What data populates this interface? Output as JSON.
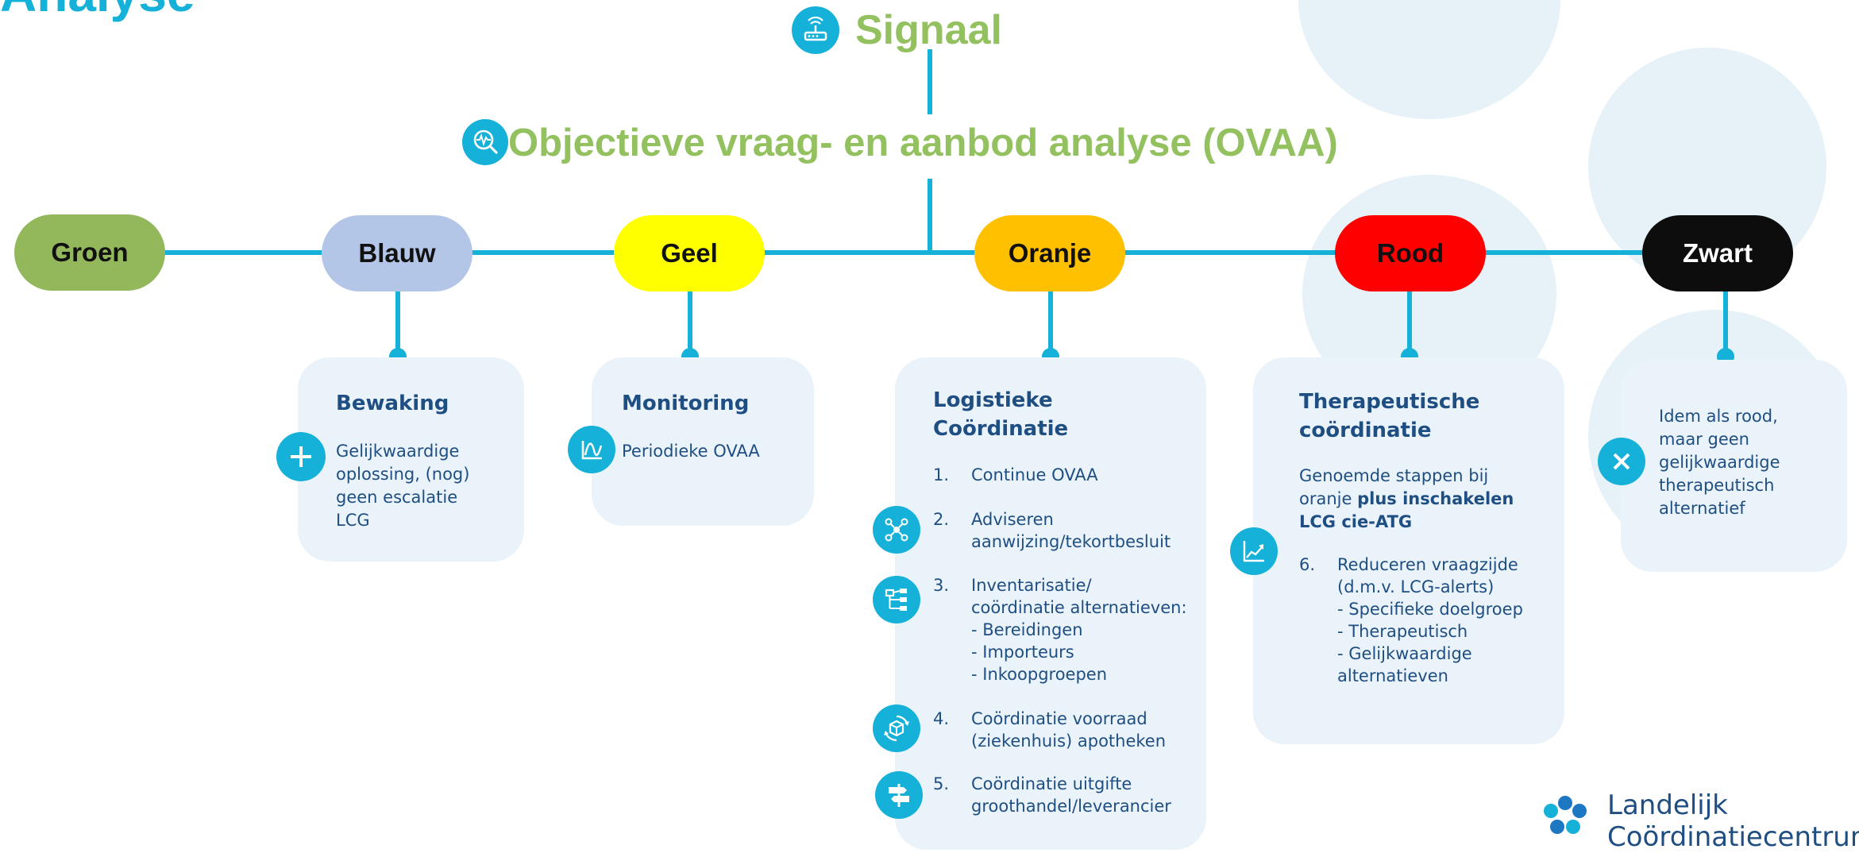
{
  "title_partial": "Analyse",
  "signal": {
    "label": "Signaal"
  },
  "ovaa": {
    "label": "Objectieve vraag- en aanbod analyse (OVAA)"
  },
  "levels": {
    "groen": {
      "label": "Groen",
      "color": "#93b85c",
      "text_color": "#111111"
    },
    "blauw": {
      "label": "Blauw",
      "color": "#b4c6e7",
      "text_color": "#111111"
    },
    "geel": {
      "label": "Geel",
      "color": "#ffff00",
      "text_color": "#111111"
    },
    "oranje": {
      "label": "Oranje",
      "color": "#ffc000",
      "text_color": "#111111"
    },
    "rood": {
      "label": "Rood",
      "color": "#ff0000",
      "text_color": "#111111"
    },
    "zwart": {
      "label": "Zwart",
      "color": "#0d0d0d",
      "text_color": "#ffffff"
    }
  },
  "bewaking": {
    "title": "Bewaking",
    "text": "Gelijkwaardige oplossing, (nog) geen escalatie LCG",
    "icon": "plus-icon"
  },
  "monitoring": {
    "title": "Monitoring",
    "text": "Periodieke OVAA",
    "icon": "chart-curve-icon"
  },
  "logistiek": {
    "title_line1": "Logistieke",
    "title_line2": "Coördinatie",
    "items": [
      {
        "num": "1.",
        "text": "Continue OVAA"
      },
      {
        "num": "2.",
        "text": "Adviseren\naanwijzing/tekortbesluit",
        "icon": "network-icon"
      },
      {
        "num": "3.",
        "text": "Inventarisatie/\ncoördinatie alternatieven:\n- Bereidingen\n- Importeurs\n- Inkoopgroepen",
        "icon": "flowchart-icon"
      },
      {
        "num": "4.",
        "text": "Coördinatie voorraad\n(ziekenhuis) apotheken",
        "icon": "box-cycle-icon"
      },
      {
        "num": "5.",
        "text": "Coördinatie uitgifte\ngroothandel/leverancier",
        "icon": "signpost-icon"
      }
    ]
  },
  "therapeutisch": {
    "title_line1": "Therapeutische",
    "title_line2": "coördinatie",
    "intro_normal": "Genoemde stappen bij oranje ",
    "intro_bold": "plus inschakelen LCG cie-ATG",
    "item_num": "6.",
    "item_text": "Reduceren vraagzijde\n(d.m.v. LCG-alerts)\n- Specifieke doelgroep\n- Therapeutisch\n- Gelijkwaardige\nalternatieven",
    "icon": "trend-chart-icon"
  },
  "zwart_box": {
    "text": "Idem als rood, maar geen gelijkwaardige therapeutisch alternatief",
    "icon": "close-icon"
  },
  "logo": {
    "line1": "Landelijk",
    "line2": "Coördinatiecentrum"
  },
  "colors": {
    "accent": "#16b1d8",
    "heading_green": "#93c15f",
    "box_bg": "#ebf3fa",
    "text_blue": "#1e4e82"
  }
}
